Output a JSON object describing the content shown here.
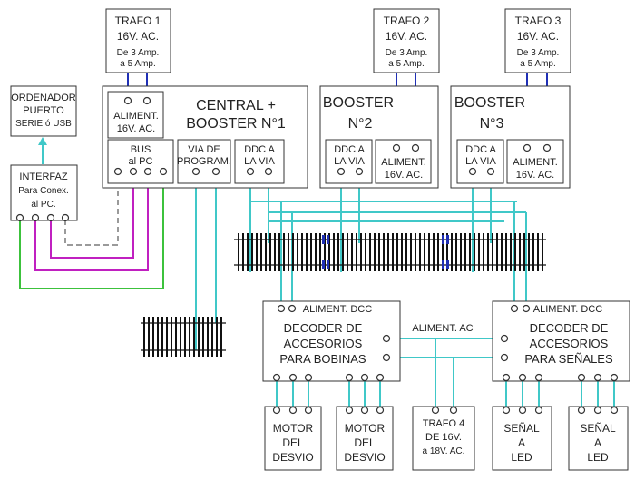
{
  "trafo1": {
    "title": "TRAFO 1",
    "volt": "16V. AC.",
    "amp1": "De 3 Amp.",
    "amp2": "a 5 Amp."
  },
  "trafo2": {
    "title": "TRAFO 2",
    "volt": "16V. AC.",
    "amp1": "De 3 Amp.",
    "amp2": "a 5 Amp."
  },
  "trafo3": {
    "title": "TRAFO 3",
    "volt": "16V. AC.",
    "amp1": "De 3 Amp.",
    "amp2": "a 5 Amp."
  },
  "ordenador": {
    "l1": "ORDENADOR",
    "l2": "PUERTO",
    "l3": "SERIE ó USB"
  },
  "interfaz": {
    "l1": "INTERFAZ",
    "l2": "Para Conex.",
    "l3": "al PC."
  },
  "central": {
    "title1": "CENTRAL +",
    "title2": "BOOSTER N°1",
    "aliment1": "ALIMENT.",
    "aliment2": "16V. AC.",
    "bus1": "BUS",
    "bus2": "al PC",
    "via1": "VIA DE",
    "via2": "PROGRAM.",
    "ddc1": "DDC A",
    "ddc2": "LA VIA"
  },
  "booster2": {
    "title1": "BOOSTER",
    "title2": "N°2",
    "ddc1": "DDC A",
    "ddc2": "LA VIA",
    "aliment1": "ALIMENT.",
    "aliment2": "16V. AC."
  },
  "booster3": {
    "title1": "BOOSTER",
    "title2": "N°3",
    "ddc1": "DDC A",
    "ddc2": "LA VIA",
    "aliment1": "ALIMENT.",
    "aliment2": "16V. AC."
  },
  "decoder_bobinas": {
    "aliment": "ALIMENT. DCC",
    "l1": "DECODER DE",
    "l2": "ACCESORIOS",
    "l3": "PARA BOBINAS"
  },
  "decoder_senales": {
    "aliment": "ALIMENT. DCC",
    "l1": "DECODER DE",
    "l2": "ACCESORIOS",
    "l3": "PARA SEÑALES"
  },
  "aliment_ac": "ALIMENT. AC",
  "trafo4": {
    "l1": "TRAFO 4",
    "l2": "DE 16V.",
    "l3": "a 18V. AC."
  },
  "motor": {
    "l1": "MOTOR",
    "l2": "DEL",
    "l3": "DESVIO"
  },
  "senal": {
    "l1": "SEÑAL",
    "l2": "A",
    "l3": "LED"
  }
}
